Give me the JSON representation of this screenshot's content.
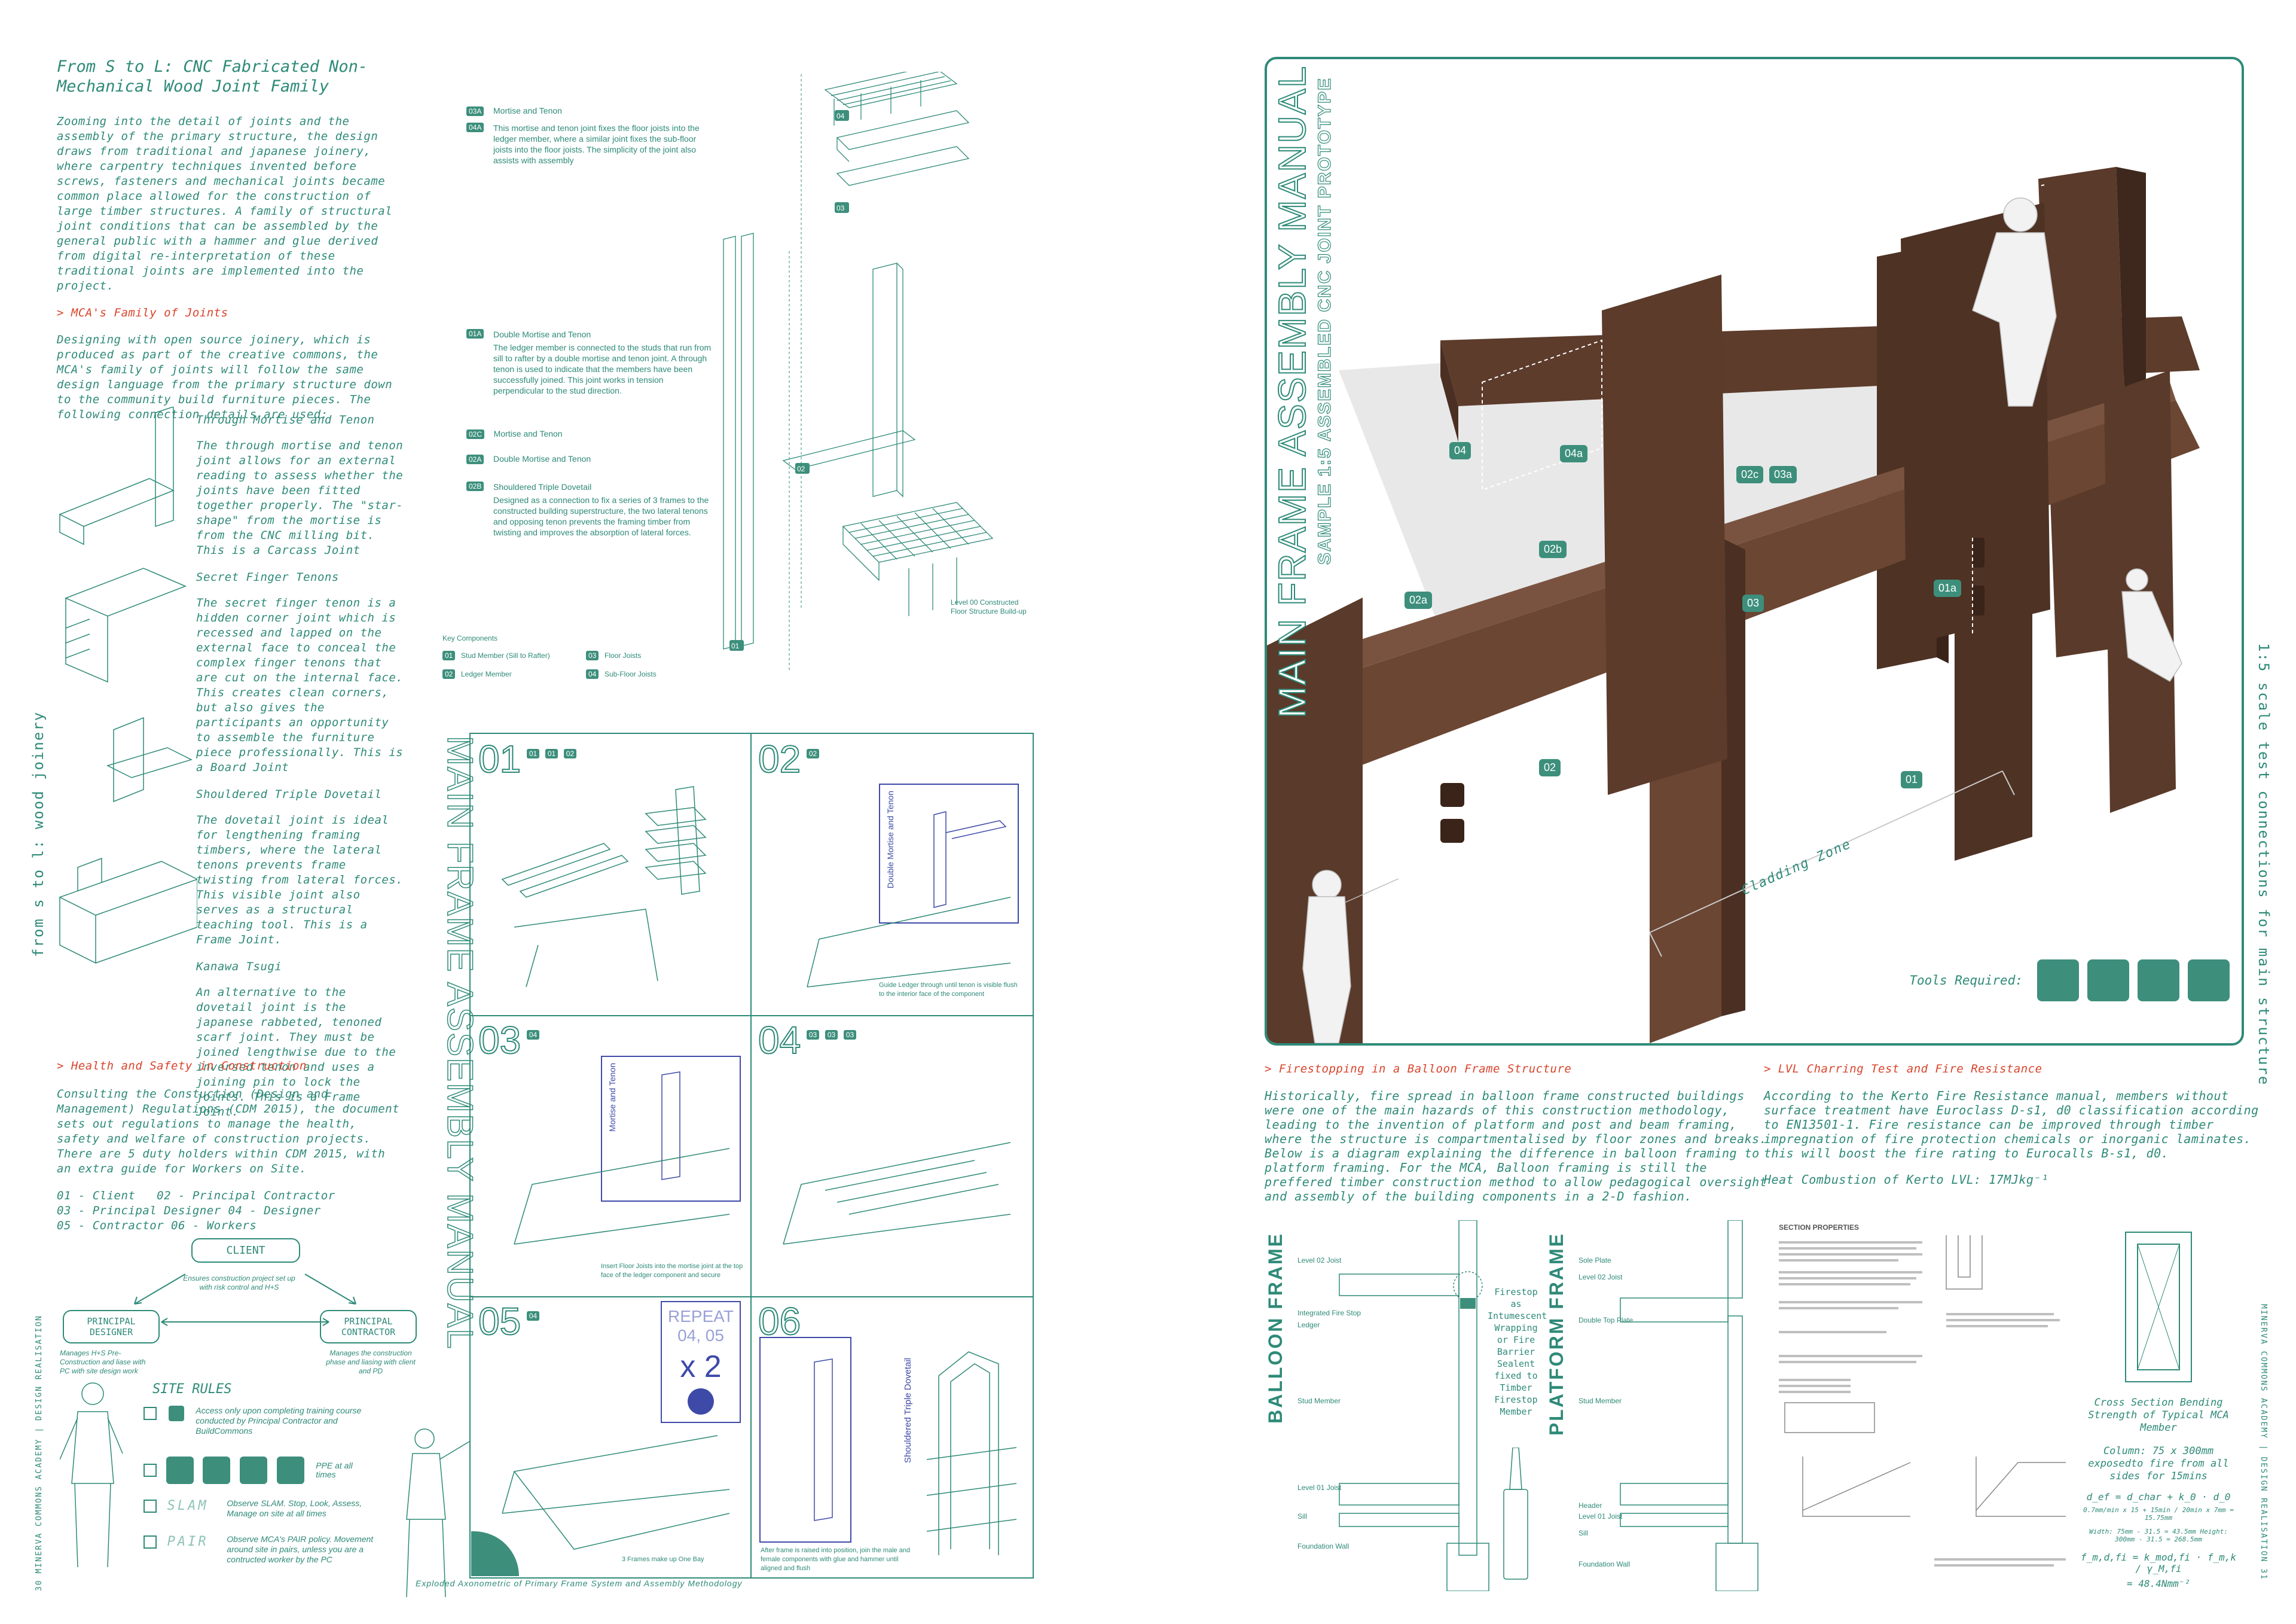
{
  "left": {
    "title": "From S to L: CNC Fabricated Non-Mechanical Wood Joint Family",
    "intro": "Zooming into the detail of joints and the assembly of the primary structure, the design draws from traditional and japanese joinery, where carpentry techniques invented before screws, fasteners and mechanical joints became common place allowed for the construction of large timber structures. A family of structural joint conditions that can be assembled by the general public with a hammer and glue derived from digital re-interpretation of these traditional joints are implemented into the project.",
    "family_heading": "> MCA's Family of Joints",
    "family_text": "Designing with open source joinery, which is produced as part of the creative commons, the MCA's family of joints will follow the same design language from the primary structure down to the community build furniture pieces. The following connection details are used:",
    "joints": [
      {
        "name": "Through Mortise and Tenon",
        "text": "The through mortise and tenon joint allows for an external reading to assess whether the joints have been fitted together properly. The \"star-shape\" from the mortise is from the CNC milling bit. This is a Carcass Joint"
      },
      {
        "name": "Secret Finger Tenons",
        "text": "The secret finger tenon is a hidden corner joint which is recessed and lapped on the external face to conceal the complex finger tenons that are cut on the internal face. This creates clean corners, but also gives the participants an opportunity to assemble the furniture piece professionally. This is a Board Joint"
      },
      {
        "name": "Shouldered Triple Dovetail",
        "text": "The dovetail joint is ideal for lengthening framing timbers, where the lateral tenons prevents frame twisting from lateral forces. This visible joint also serves as a structural teaching tool. This is a Frame Joint."
      },
      {
        "name": "Kanawa Tsugi",
        "text": "An alternative to the dovetail joint is the japanese rabbeted, tenoned scarf joint. They must be joined lengthwise due to the inversed tenon and uses a joining pin to lock the joints. This is a Frame Joint."
      }
    ],
    "hs_heading": "> Health and Safety in Construction",
    "hs_text": "Consulting the Constuction (Design and Management) Regulations (CDM 2015), the document sets out regulations to manage the health, safety and welfare of construction projects. There are 5 duty holders within CDM 2015, with an extra guide for Workers on Site.",
    "duty_1": "01 - Client   02 - Principal Contractor",
    "duty_2": "03 - Principal Designer 04 - Designer",
    "duty_3": "05 - Contractor 06 - Workers",
    "client": "CLIENT",
    "client_note": "Ensures construction project set up with risk control and H+S",
    "pd": "PRINCIPAL DESIGNER",
    "pd_note": "Manages H+S Pre-Construction and liase with PC with site design work",
    "pc": "PRINCIPAL CONTRACTOR",
    "pc_note": "Manages the construction phase and liasing with client and PD",
    "site_rules": "SITE RULES",
    "rule_1": "Access only upon completing training course conducted by Principal Contractor and BuildCommons",
    "rule_2": "PPE at all times",
    "slam": "SLAM",
    "rule_3": "Observe SLAM. Stop, Look, Assess, Manage on site at all times",
    "pair": "PAIR",
    "rule_4": "Observe MCA's PAIR policy. Movement around site in pairs, unless you are a contructed worker by the PC",
    "side_label": "from s to l: wood joinery",
    "footer": "30 MINERVA COMMONS ACADEMY | DESIGN REALISATION"
  },
  "middle": {
    "callouts": [
      {
        "tag": "03A",
        "title": "Mortise and Tenon",
        "text": ""
      },
      {
        "tag": "04A",
        "title": "",
        "text": "This mortise and tenon joint fixes the floor joists into the ledger member, where a similar joint fixes the sub-floor joists into the floor joists. The simplicity of the joint also assists with assembly"
      },
      {
        "tag": "01A",
        "title": "Double Mortise and Tenon",
        "text": "The ledger member is connected to the studs that run from sill to rafter by a double mortise and tenon joint. A through tenon is used to indicate that the members have been successfully joined. This joint works in tension perpendicular to the stud direction."
      },
      {
        "tag": "02C",
        "title": "Mortise and Tenon",
        "text": ""
      },
      {
        "tag": "02A",
        "title": "Double Mortise and Tenon",
        "text": ""
      },
      {
        "tag": "02B",
        "title": "Shouldered Triple Dovetail",
        "text": "Designed as a connection to fix a series of 3 frames to the constructed building superstructure, the two lateral tenons and opposing tenon prevents the framing timber from twisting and improves the absorption of lateral forces."
      }
    ],
    "labels": [
      "04",
      "03",
      "02",
      "01"
    ],
    "buildup_label": "Level 00 Constructed Floor Structure Build-up",
    "key_title": "Key Components",
    "key": [
      {
        "id": "01",
        "label": "Stud Member (Sill to Rafter)"
      },
      {
        "id": "03",
        "label": "Floor Joists"
      },
      {
        "id": "02",
        "label": "Ledger Member"
      },
      {
        "id": "04",
        "label": "Sub-Floor Joists"
      }
    ],
    "manual_title": "MAIN FRAME ASSEMBLY MANUAL",
    "steps": [
      {
        "num": "01",
        "tags": [
          "01",
          "01",
          "02"
        ],
        "caption": ""
      },
      {
        "num": "02",
        "tags": [
          "02"
        ],
        "caption": "Guide Ledger through until tenon is visible flush to the interior face of the component",
        "inset": "Double Mortise and Tenon"
      },
      {
        "num": "03",
        "tags": [
          "04"
        ],
        "caption": "Insert Floor Joists into the mortise joint at the top face of the ledger component and secure",
        "inset": "Mortise and Tenon"
      },
      {
        "num": "04",
        "tags": [
          "03",
          "03",
          "03"
        ],
        "caption": ""
      },
      {
        "num": "05",
        "tags": [
          "04"
        ],
        "caption": "3 Frames make up One Bay"
      },
      {
        "num": "06",
        "tags": [],
        "caption": "After frame is raised into position, join the male and female components with glue and hammer until aligned and flush",
        "inset": "Shouldered Triple Dovetail"
      }
    ],
    "repeat_label": "REPEAT",
    "repeat_steps": "04, 05",
    "repeat_x": "x 2",
    "bottom_caption": "Exploded Axonometric of Primary Frame System and Assembly Methodology"
  },
  "right": {
    "hero_title": "MAIN FRAME ASSEMBLY MANUAL",
    "hero_subtitle": "SAMPLE 1:5 ASSEMBLED CNC JOINT PROTOTYPE",
    "hero_tags": [
      "04",
      "04a",
      "02c",
      "03a",
      "02b",
      "03",
      "01a",
      "02a",
      "02",
      "01"
    ],
    "cladding_zone": "Cladding Zone",
    "tools_label": "Tools Required:",
    "side_label": "1:5 scale test connections for main structure",
    "fire_heading": "> Firestopping in a Balloon Frame Structure",
    "fire_text": "Historically, fire spread in balloon frame constructed buildings were one of the main hazards of this construction methodology, leading to the invention of platform and post and beam framing, where the structure is compartmentalised by floor zones and breaks. Below is a diagram explaining the difference in balloon framing to platform framing. For the MCA, Balloon framing is still the preffered timber construction method to allow pedagogical oversight and assembly of the building components in a 2-D fashion.",
    "lvl_heading": "> LVL Charring Test and Fire Resistance",
    "lvl_text": "According to the Kerto Fire Resistance manual, members without surface treatment have Euroclass D-s1, d0 classification according to EN13501-1. Fire resistance can be improved through timber impregnation of fire protection chemicals or inorganic laminates. this will boost the fire rating to Eurocalls B-s1, d0.",
    "heat": "Heat Combustion of Kerto LVL: 17MJkg⁻¹",
    "balloon": "BALLOON FRAME",
    "platform": "PLATFORM FRAME",
    "balloon_labels": [
      "Level 02 Joist",
      "Integrated Fire Stop",
      "Ledger",
      "Stud Member",
      "Level 01 Joist",
      "Sill",
      "Foundation Wall"
    ],
    "firestop_note": "Firestop as Intumescent Wrapping or Fire Barrier Sealent fixed to Timber Firestop Member",
    "platform_labels": [
      "Sole Plate",
      "Level 02 Joist",
      "Double Top Plate",
      "Stud Member",
      "Header",
      "Level 01 Joist",
      "Sill",
      "Foundation Wall"
    ],
    "section_title": "SECTION PROPERTIES",
    "cross_title": "Cross Section Bending Strength of Typical MCA Member",
    "column": "Column: 75 x 300mm exposedto fire from all sides for 15mins",
    "formula_1": "d_ef = d_char + k_0 · d_0",
    "formula_2": "0.7mm/min x 15 + 15min / 20min x 7mm = 15.75mm",
    "formula_3": "Width: 75mm - 31.5 = 43.5mm  Height: 300mm - 31.5 = 268.5mm",
    "formula_4": "f_m,d,fi = k_mod,fi · f_m,k / γ_M,fi",
    "formula_5": "= 48.4Nmm⁻²",
    "footer": "MINERVA COMMONS ACADEMY | DESIGN REALISATION 31"
  },
  "colors": {
    "accent": "#2e8a78",
    "highlight": "#d9442b",
    "wood": "#6b4633",
    "badge": "#3d8f7c"
  }
}
